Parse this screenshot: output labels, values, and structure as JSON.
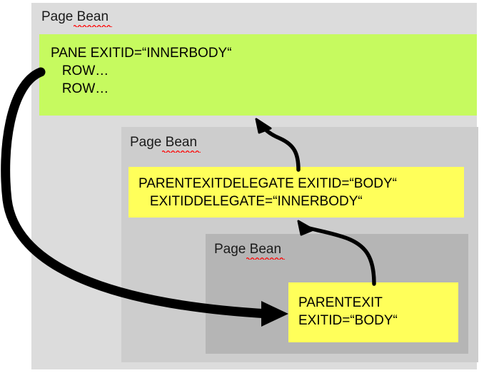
{
  "diagram": {
    "title": "Page Bean exit delegation diagram",
    "colors": {
      "panel_outer": "#dcdcdc",
      "panel_middle": "#cdcdcd",
      "panel_inner": "#b5b5b5",
      "box_green": "#c6fa5f",
      "box_yellow": "#ffff5a",
      "arrow": "#000000",
      "spellcheck_underline": "#ff0000",
      "background": "#ffffff"
    },
    "panels": [
      {
        "id": "outer",
        "label": "Page Bean"
      },
      {
        "id": "middle",
        "label": "Page Bean"
      },
      {
        "id": "inner",
        "label": "Page Bean"
      }
    ],
    "boxes": [
      {
        "id": "pane",
        "color": "#c6fa5f",
        "lines": [
          "PANE EXITID=“INNERBODY“",
          "   ROW…",
          "   ROW…"
        ],
        "text": "PANE EXITID=“INNERBODY“\n   ROW…\n   ROW…"
      },
      {
        "id": "delegate",
        "color": "#ffff5a",
        "lines": [
          "PARENTEXITDELEGATE EXITID=“BODY“",
          "   EXITIDDELEGATE=“INNERBODY“"
        ],
        "text": "PARENTEXITDELEGATE EXITID=“BODY“\n   EXITIDDELEGATE=“INNERBODY“"
      },
      {
        "id": "parentexit",
        "color": "#ffff5a",
        "lines": [
          "PARENTEXIT",
          "EXITID=“BODY“"
        ],
        "text": "PARENTEXIT\nEXITID=“BODY“"
      }
    ],
    "arrows": [
      {
        "id": "parentexit-to-delegate",
        "from": "parentexit",
        "to": "delegate",
        "style": "thin-curved"
      },
      {
        "id": "delegate-to-pane",
        "from": "delegate",
        "to": "pane",
        "style": "thin-curved"
      },
      {
        "id": "pane-to-parentexit",
        "from": "pane",
        "to": "parentexit",
        "style": "thick-curved"
      }
    ]
  }
}
